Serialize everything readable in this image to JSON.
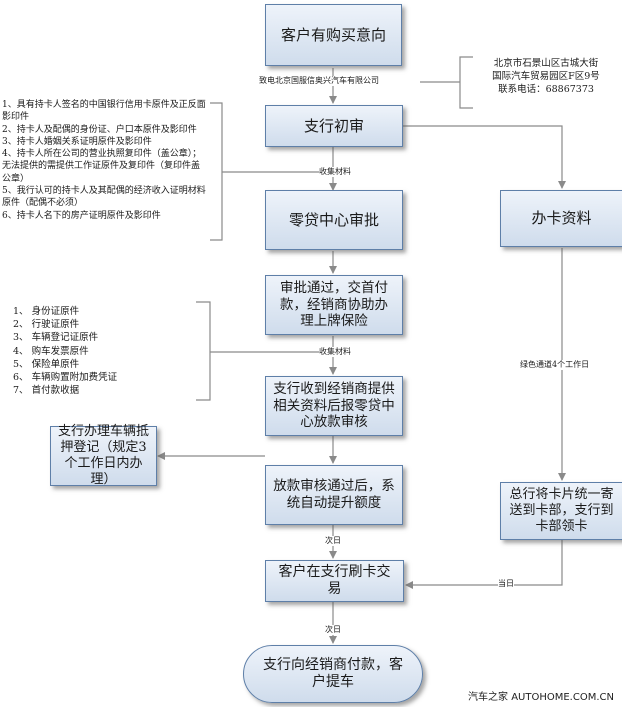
{
  "nodes": {
    "purchase_intent": "客户有购买意向",
    "branch_review": "支行初审",
    "retail_center_review": "零贷中心审批",
    "card_materials": "办卡资料",
    "approved_down_payment": "审批通过，交首付款，经销商协助办理上牌保险",
    "branch_submit_loan": "支行收到经销商提供相关资料后报零贷中心放款审核",
    "mortgage_registration": "支行办理车辆抵押登记（规定3个工作日内办理）",
    "auto_credit_raise": "放款审核通过后，系统自动提升额度",
    "card_delivery": "总行将卡片统一寄送到卡部，支行到卡部领卡",
    "swipe_transaction": "客户在支行刷卡交易",
    "pay_dealer": "支行向经销商付款，客户提车"
  },
  "labels": {
    "dealer_notice": "致电北京国服信奥兴汽车有限公司",
    "collect_materials_1": "收集材料",
    "collect_materials_2": "收集材料",
    "green_channel": "绿色通道4个工作日",
    "next_day_1": "次日",
    "same_day": "当日",
    "next_day_2": "次日"
  },
  "contact": {
    "line1": "北京市石景山区古城大街",
    "line2": "国际汽车贸易园区F区9号",
    "line3": "联系电话：68867373"
  },
  "required_docs_card": [
    "1、具有持卡人签名的中国银行信用卡原件及正反面影印件",
    "2、持卡人及配偶的身份证、户口本原件及影印件",
    "3、持卡人婚姻关系证明原件及影印件",
    "4、持卡人所在公司的营业执照复印件（盖公章）；无法提供的需提供工作证原件及复印件（复印件盖公章）",
    "5、我行认可的持卡人及其配偶的经济收入证明材料原件（配偶不必须）",
    "6、持卡人名下的房产证明原件及影印件"
  ],
  "required_docs_loan": [
    "1、 身份证原件",
    "2、 行驶证原件",
    "3、 车辆登记证原件",
    "4、 购车发票原件",
    "5、 保险单原件",
    "6、 车辆购置附加费凭证",
    "7、 首付款收据"
  ],
  "watermark": "汽车之家 AUTOHOME.COM.CN"
}
